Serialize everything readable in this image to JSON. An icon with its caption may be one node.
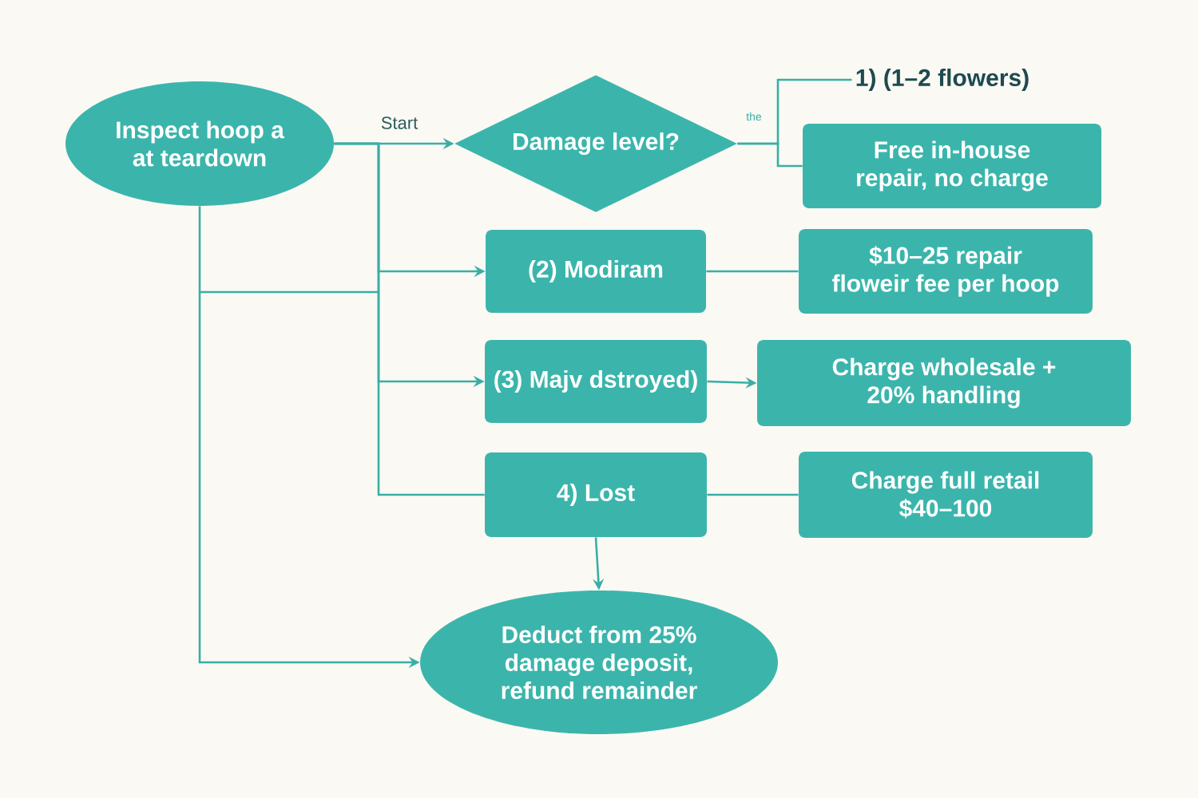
{
  "diagram": {
    "nodes": [
      {
        "text": [
          "Inspect hoop a at teardown"
        ]
      },
      {
        "text": [
          "Damage level?"
        ]
      },
      {
        "text": [
          "1) (1–2 flowers)"
        ]
      },
      {
        "text": [
          "Free in-house repair, no charge"
        ]
      },
      {
        "text": [
          "(2) Modiram"
        ]
      },
      {
        "text": [
          "$10–25 repair floweir fee per hoop"
        ]
      },
      {
        "text": [
          "(3) Majv dstroyed)"
        ]
      },
      {
        "text": [
          "Charge wholesale + 20% handling"
        ]
      },
      {
        "text": [
          "4) Lost"
        ]
      },
      {
        "text": [
          "Charge full retail $40–100"
        ]
      },
      {
        "text": [
          "Deduct from 25% damage deposit, refund remainder"
        ]
      }
    ],
    "edges": [
      {
        "from": 0,
        "to": 1,
        "arrow": "to",
        "label": "Start"
      },
      {
        "from": 1,
        "to": 2,
        "arrow": "none",
        "label": "the"
      },
      {
        "from": 1,
        "to": 3,
        "arrow": "none"
      },
      {
        "from": 0,
        "to": 4,
        "arrow": "to"
      },
      {
        "from": 0,
        "to": 6,
        "arrow": "to"
      },
      {
        "from": 0,
        "to": 8,
        "arrow": "none"
      },
      {
        "from": 0,
        "to": 10,
        "arrow": "to"
      },
      {
        "from": 4,
        "to": 5,
        "arrow": "none"
      },
      {
        "from": 6,
        "to": 7,
        "arrow": "to"
      },
      {
        "from": 8,
        "to": 9,
        "arrow": "none"
      },
      {
        "from": 8,
        "to": 10,
        "arrow": "to"
      }
    ]
  }
}
